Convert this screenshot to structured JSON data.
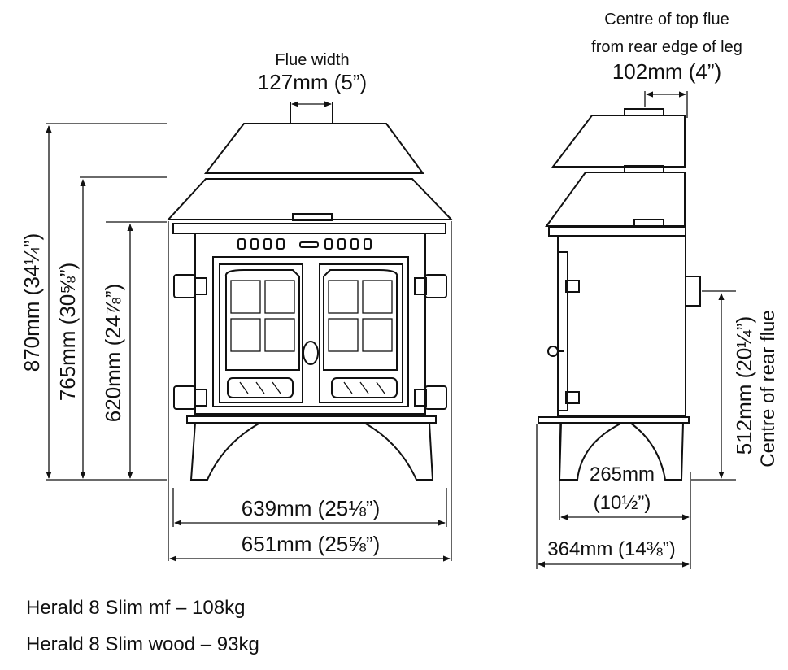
{
  "dimensions": {
    "flue_width_label": "Flue width",
    "flue_width_value": "127mm (5”)",
    "top_flue_line1": "Centre of top flue",
    "top_flue_line2": "from rear edge of leg",
    "top_flue_value": "102mm (4”)",
    "height_870": "870mm (34¼”)",
    "height_765": "765mm (30⅝”)",
    "height_620": "620mm (24⅞”)",
    "width_639": "639mm (25⅛”)",
    "width_651": "651mm (25⅝”)",
    "depth_265_line1": "265mm",
    "depth_265_line2": "(10½”)",
    "depth_364": "364mm (14⅜”)",
    "rear_flue_value": "512mm (20¼”)",
    "rear_flue_label": "Centre of rear flue"
  },
  "captions": [
    "Herald 8 Slim mf – 108kg",
    "Herald 8 Slim wood – 93kg"
  ]
}
